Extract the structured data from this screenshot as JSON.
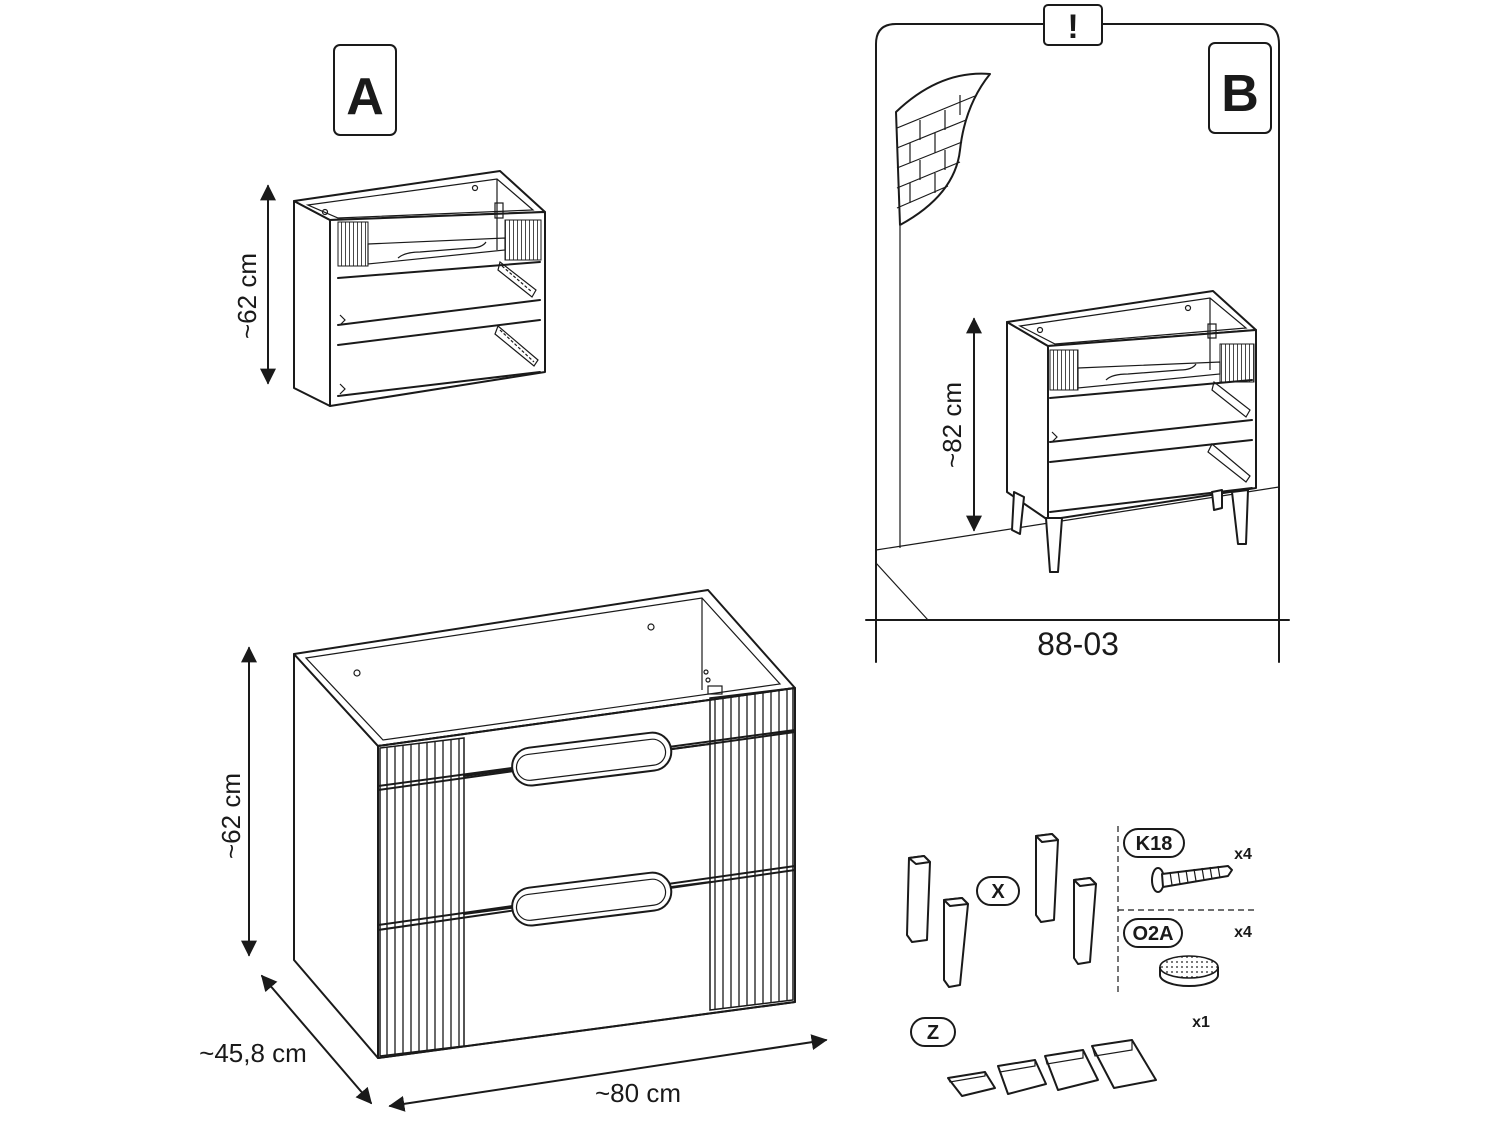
{
  "labels": {
    "variant_a": "A",
    "variant_b": "B",
    "warning": "!",
    "model_code": "88-03"
  },
  "dimensions": {
    "a_height": "~62 cm",
    "b_height": "~82 cm",
    "main_height": "~62 cm",
    "main_depth": "~45,8 cm",
    "main_width": "~80 cm"
  },
  "parts": {
    "legs_code": "X",
    "screw_code": "K18",
    "screw_qty": "x4",
    "pad_code": "O2A",
    "pad_qty": "x4",
    "wedge_code": "Z",
    "wedge_qty": "x1"
  }
}
